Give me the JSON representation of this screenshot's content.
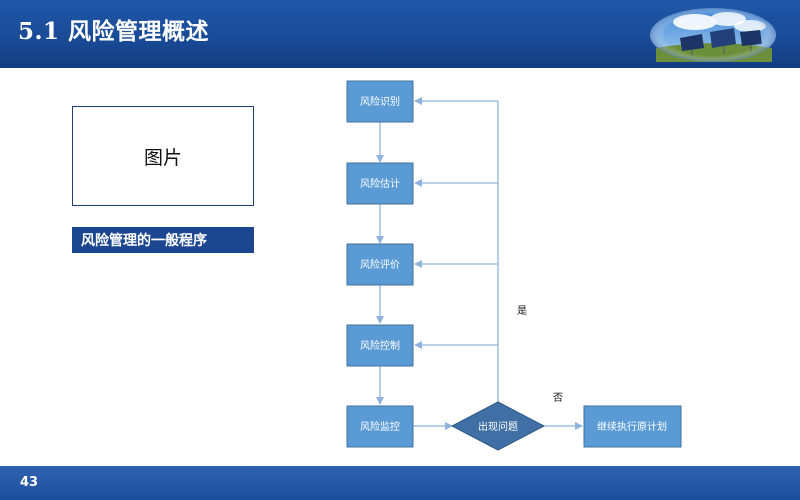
{
  "header": {
    "title": "5.1 风险管理概述"
  },
  "left_panel": {
    "picture_label": "图片",
    "caption": "风险管理的一般程序"
  },
  "flowchart": {
    "steps": [
      "风险识别",
      "风险估计",
      "风险评价",
      "风险控制",
      "风险监控"
    ],
    "decision": "出现问题",
    "outcome": "继续执行原计划",
    "yes_label": "是",
    "no_label": "否"
  },
  "footer": {
    "page_number": "43"
  },
  "colors": {
    "header_blue": "#1a4b97",
    "node_blue": "#5b9bd5",
    "node_border": "#41719c",
    "connector": "#8fb3dc",
    "caption_blue": "#1c4790"
  }
}
